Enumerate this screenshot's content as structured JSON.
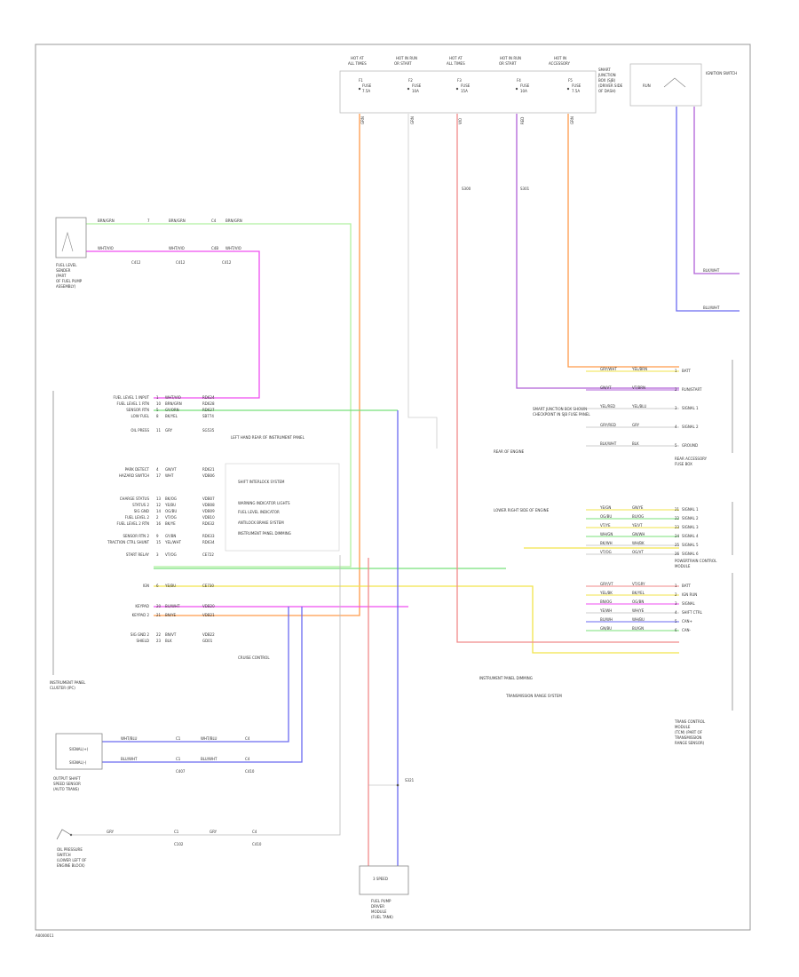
{
  "page": {
    "footer_code": "A0000011"
  },
  "colors": {
    "orange": "#ff9a4a",
    "magenta": "#ef4ef0",
    "green": "#78e07a",
    "light_green": "#b0f0a0",
    "yellow": "#f2e34a",
    "blue": "#6a6af0",
    "pink": "#f08a8a",
    "purple": "#b060d8",
    "gray": "#bbbbbb",
    "frame": "#9a9a9a",
    "text": "#333333"
  },
  "connectors": [
    {
      "name": "hot-at-all-times-1",
      "lines": [
        "HOT AT",
        "ALL TIMES"
      ],
      "fuse": [
        "F1",
        "FUSE",
        "7.5A"
      ]
    },
    {
      "name": "hot-in-run-start-1",
      "lines": [
        "HOT IN RUN",
        "OR START"
      ],
      "fuse": [
        "F2",
        "FUSE",
        "10A"
      ]
    },
    {
      "name": "hot-at-all-times-2",
      "lines": [
        "HOT AT",
        "ALL TIMES"
      ],
      "fuse": [
        "F3",
        "FUSE",
        "15A"
      ]
    },
    {
      "name": "hot-in-run-start-2",
      "lines": [
        "HOT IN RUN",
        "OR START"
      ],
      "fuse": [
        "F4",
        "FUSE",
        "10A"
      ]
    },
    {
      "name": "hot-in-accessory",
      "lines": [
        "HOT IN",
        "ACCESSORY"
      ],
      "fuse": [
        "F5",
        "FUSE",
        "7.5A"
      ]
    }
  ],
  "panel_label": [
    "SMART",
    "JUNCTION",
    "BOX (SJB)",
    "(DRIVER SIDE",
    "OF DASH)"
  ],
  "ignition": {
    "label": "IGNITION SWITCH",
    "pos": "RUN"
  },
  "fuse_labels": [
    "GRN",
    "GRN",
    "VIO",
    "RED",
    "GRN"
  ],
  "splices": [
    "S300",
    "S301"
  ],
  "fuel_sender": {
    "label": [
      "FUEL LEVEL",
      "SENDER",
      "(PART",
      "OF FUEL PUMP",
      "ASSEMBLY)"
    ],
    "wire1": [
      "BRN/GRN",
      "7",
      "BRN/GRN",
      "C4",
      "BRN/GRN"
    ],
    "wire2": [
      "WHT/VIO",
      "C412",
      "WHT/VIO",
      "C4B",
      "WHT/VIO"
    ],
    "splice_marks": [
      "C412",
      "C412"
    ]
  },
  "cluster_pins": [
    {
      "label": "FUEL LEVEL 1 INPUT",
      "pin": "1",
      "wire": "WHT/VIO",
      "code": "RD624"
    },
    {
      "label": "FUEL LEVEL 1 RTN",
      "pin": "10",
      "wire": "BRN/GRN",
      "code": "RD628"
    },
    {
      "label": "SENSOR RTN",
      "pin": "5",
      "wire": "GY/ORN",
      "code": "RD627"
    },
    {
      "label": "LOW FUEL",
      "pin": "8",
      "wire": "BK/YEL",
      "code": "SB774"
    },
    {
      "label": "OIL PRESS",
      "pin": "11",
      "wire": "GRY",
      "code": "SG535"
    },
    {
      "label": "PARK DETECT",
      "pin": "4",
      "wire": "GN/VT",
      "code": "RD621"
    },
    {
      "label": "HAZARD SWITCH",
      "pin": "17",
      "wire": "WHT",
      "code": "VDB06"
    },
    {
      "label": "CHARGE STATUS",
      "pin": "13",
      "wire": "BK/OG",
      "code": "VDB07"
    },
    {
      "label": "STATUS 2",
      "pin": "12",
      "wire": "YE/BU",
      "code": "VDB08"
    },
    {
      "label": "SIG GND",
      "pin": "14",
      "wire": "OG/BU",
      "code": "VDB09"
    },
    {
      "label": "FUEL LEVEL 2",
      "pin": "2",
      "wire": "VT/OG",
      "code": "VDB10"
    },
    {
      "label": "FUEL LEVEL 2 RTN",
      "pin": "16",
      "wire": "BK/YE",
      "code": "RD632"
    },
    {
      "label": "SENSOR RTN 2",
      "pin": "9",
      "wire": "GY/BN",
      "code": "RD633"
    },
    {
      "label": "TRACTION CTRL SHUNT",
      "pin": "15",
      "wire": "YEL/WHT",
      "code": "RD634"
    },
    {
      "label": "START RELAY",
      "pin": "3",
      "wire": "VT/OG",
      "code": "CE722"
    },
    {
      "label": "IGN",
      "pin": "6",
      "wire": "YE/BU",
      "code": "CE730"
    },
    {
      "label": "KEYPAD",
      "pin": "20",
      "wire": "BU/WHT",
      "code": "VDB20"
    },
    {
      "label": "KEYPAD 2",
      "pin": "21",
      "wire": "BN/YE",
      "code": "VDB21"
    },
    {
      "label": "SIG GND 2",
      "pin": "22",
      "wire": "BN/VT",
      "code": "VDB22"
    },
    {
      "label": "SHIELD",
      "pin": "23",
      "wire": "BLK",
      "code": "GD01"
    }
  ],
  "cluster_notes": [
    {
      "label": "LEFT HAND REAR OF INSTRUMENT PANEL"
    },
    {
      "label": "SHIFT INTERLOCK SYSTEM"
    },
    {
      "label": "WARNING INDICATOR LIGHTS"
    },
    {
      "label": "FUEL LEVEL INDICATOR"
    },
    {
      "label": "ANTILOCK BRAKE SYSTEM"
    },
    {
      "label": "INSTRUMENT PANEL DIMMING"
    },
    {
      "label": "CRUISE CONTROL"
    }
  ],
  "cluster": {
    "label": [
      "INSTRUMENT PANEL",
      "CLUSTER (IPC)"
    ]
  },
  "speed_sensor": {
    "label": [
      "OUTPUT SHAFT",
      "SPEED SENSOR",
      "(AUTO TRANS)"
    ],
    "pins": [
      "SIGNAL(+)",
      "SIGNAL(-)"
    ],
    "wire1": [
      "WHT/BLU",
      "C1",
      "WHT/BLU",
      "C4"
    ],
    "wire2": [
      "BLU/WHT",
      "C1",
      "BLU/WHT",
      "C4"
    ],
    "marks": [
      "C407",
      "C410"
    ]
  },
  "oil_switch": {
    "label": [
      "OIL PRESSURE",
      "SWITCH",
      "(LOWER LEFT OF",
      "ENGINE BLOCK)"
    ],
    "wire": [
      "GRY",
      "C1",
      "GRY",
      "C4"
    ],
    "marks": [
      "C102",
      "C410"
    ]
  },
  "fuel_pump_module": {
    "label": [
      "FUEL PUMP",
      "DRIVER",
      "MODULE",
      "(FUEL TANK)"
    ],
    "box": "3 SPEED",
    "splice": "S321"
  },
  "right_module_1": {
    "label": [
      "REAR ACCESSORY",
      "FUSE BOX"
    ],
    "rows": [
      {
        "label": "BATT",
        "pin": "1",
        "wire1": "GRY/WHT",
        "wire2": "YEL/BRN"
      },
      {
        "label": "RUN/START",
        "pin": "2",
        "wire1": "GN/VT",
        "wire2": "VT/BRN"
      },
      {
        "label": "SIGNAL 1",
        "pin": "3",
        "wire1": "YEL/RED",
        "wire2": "YEL/BLU"
      },
      {
        "label": "SIGNAL 2",
        "pin": "4",
        "wire1": "GRY/RED",
        "wire2": "GRY"
      },
      {
        "label": "GROUND",
        "pin": "5",
        "wire1": "BLK/WHT",
        "wire2": "BLK"
      }
    ]
  },
  "right_module_2": {
    "label": [
      "POWERTRAIN CONTROL",
      "MODULE"
    ],
    "rows": [
      {
        "label": "SIGNAL 1",
        "pin": "21",
        "wire1": "YE/GN",
        "wire2": "GN/YE"
      },
      {
        "label": "SIGNAL 2",
        "pin": "22",
        "wire1": "OG/BU",
        "wire2": "BU/OG"
      },
      {
        "label": "SIGNAL 3",
        "pin": "23",
        "wire1": "VT/YE",
        "wire2": "YE/VT"
      },
      {
        "label": "SIGNAL 4",
        "pin": "24",
        "wire1": "WH/GN",
        "wire2": "GN/WH"
      },
      {
        "label": "SIGNAL 5",
        "pin": "25",
        "wire1": "BK/WH",
        "wire2": "WH/BK"
      },
      {
        "label": "SIGNAL 6",
        "pin": "26",
        "wire1": "VT/OG",
        "wire2": "OG/VT"
      }
    ]
  },
  "right_module_3": {
    "label": [
      "TRANS CONTROL",
      "MODULE",
      "(TCM) (PART OF",
      "TRANSMISSION",
      "RANGE SENSOR)"
    ],
    "rows": [
      {
        "label": "BATT",
        "pin": "1",
        "wire1": "GRY/VT",
        "wire2": "VT/GRY"
      },
      {
        "label": "IGN RUN",
        "pin": "2",
        "wire1": "YEL/BK",
        "wire2": "BK/YEL"
      },
      {
        "label": "SIGNAL",
        "pin": "3",
        "wire1": "BN/OG",
        "wire2": "OG/BN"
      },
      {
        "label": "SHIFT CTRL",
        "pin": "4",
        "wire1": "YE/WH",
        "wire2": "WH/YE"
      },
      {
        "label": "CAN+",
        "pin": "5",
        "wire1": "BU/WH",
        "wire2": "WH/BU"
      },
      {
        "label": "CAN-",
        "pin": "6",
        "wire1": "GN/BU",
        "wire2": "BU/GN"
      }
    ]
  },
  "right_notes": [
    "SMART JUNCTION BOX SHOWN",
    "CHECKPOINT IN SJB FUSE PANEL",
    "REAR OF ENGINE",
    "LOWER RIGHT SIDE OF ENGINE",
    "INSTRUMENT PANEL DIMMING",
    "TRANSMISSION RANGE SYSTEM"
  ],
  "right_edge_wires": [
    "BLK/WHT",
    "BLU/WHT"
  ]
}
